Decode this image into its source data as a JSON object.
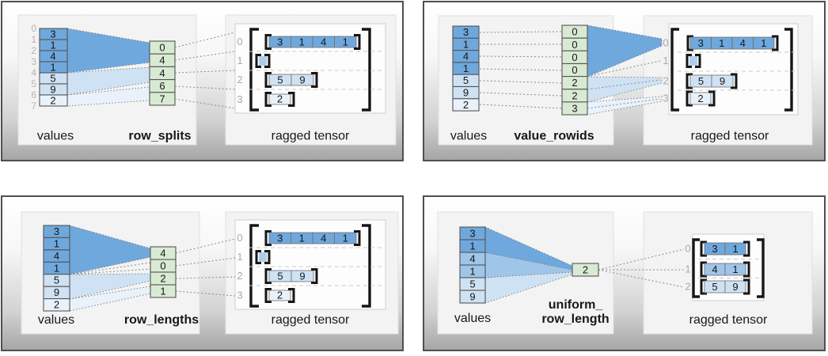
{
  "palette": {
    "dark_blue": "#6fa8dc",
    "medium_blue": "#9fc5e8",
    "light_blue": "#cfe2f3",
    "pale_blue": "#e9f2fb",
    "green": "#d9ead3"
  },
  "panels": [
    {
      "method": "row_splits",
      "values_label": "values",
      "method_label_lines": [
        "row_splits"
      ],
      "tensor_label": "ragged tensor",
      "values": [
        "3",
        "1",
        "4",
        "1",
        "5",
        "9",
        "2"
      ],
      "value_indices": [
        "0",
        "1",
        "2",
        "3",
        "4",
        "5",
        "6",
        "7"
      ],
      "method_values": [
        "0",
        "4",
        "4",
        "6",
        "7"
      ],
      "tensor_row_indices": [
        "0",
        "1",
        "2",
        "3"
      ],
      "tensor_rows": [
        [
          "3",
          "1",
          "4",
          "1"
        ],
        [],
        [
          "5",
          "9"
        ],
        [
          "2"
        ]
      ]
    },
    {
      "method": "value_rowids",
      "values_label": "values",
      "method_label_lines": [
        "value_rowids"
      ],
      "tensor_label": "ragged tensor",
      "values": [
        "3",
        "1",
        "4",
        "1",
        "5",
        "9",
        "2"
      ],
      "method_values": [
        "0",
        "0",
        "0",
        "0",
        "2",
        "2",
        "3"
      ],
      "tensor_row_indices": [
        "0",
        "1",
        "2",
        "3"
      ],
      "tensor_rows": [
        [
          "3",
          "1",
          "4",
          "1"
        ],
        [],
        [
          "5",
          "9"
        ],
        [
          "2"
        ]
      ]
    },
    {
      "method": "row_lengths",
      "values_label": "values",
      "method_label_lines": [
        "row_lengths"
      ],
      "tensor_label": "ragged tensor",
      "values": [
        "3",
        "1",
        "4",
        "1",
        "5",
        "9",
        "2"
      ],
      "method_values": [
        "4",
        "0",
        "2",
        "1"
      ],
      "tensor_row_indices": [
        "0",
        "1",
        "2",
        "3"
      ],
      "tensor_rows": [
        [
          "3",
          "1",
          "4",
          "1"
        ],
        [],
        [
          "5",
          "9"
        ],
        [
          "2"
        ]
      ]
    },
    {
      "method": "uniform_row_length",
      "values_label": "values",
      "method_label_lines": [
        "uniform_",
        "row_length"
      ],
      "tensor_label": "ragged tensor",
      "values": [
        "3",
        "1",
        "4",
        "1",
        "5",
        "9"
      ],
      "method_values": [
        "2"
      ],
      "tensor_row_indices": [
        "0",
        "1",
        "2"
      ],
      "tensor_rows": [
        [
          "3",
          "1"
        ],
        [
          "4",
          "1"
        ],
        [
          "5",
          "9"
        ]
      ]
    }
  ]
}
